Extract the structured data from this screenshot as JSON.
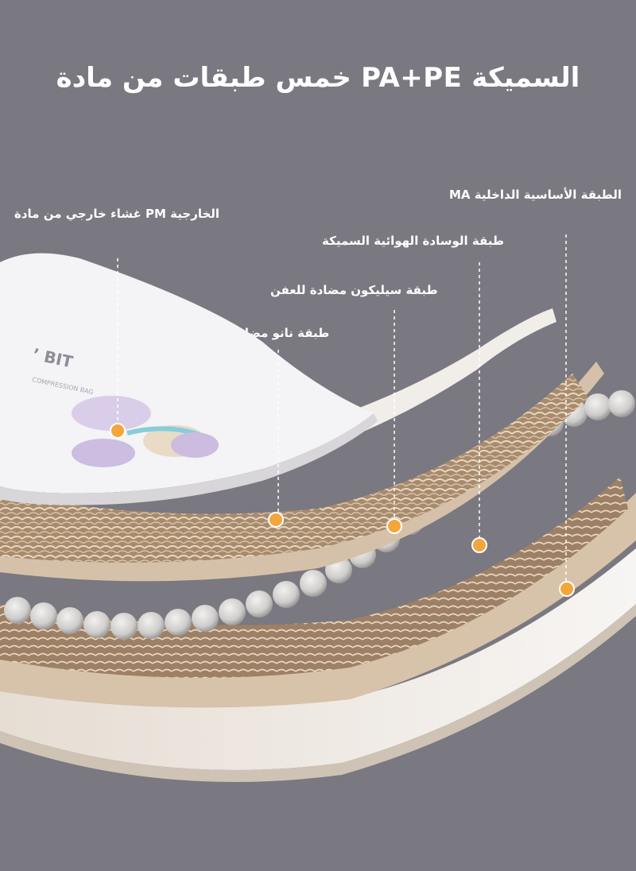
{
  "title": "السميكة PA+PE خمس طبقات من مادة",
  "labels": {
    "outer": "الخارجية PM غشاء خارجي من مادة",
    "base": "الطبقة الأساسية الداخلية MA",
    "cushion": "طبقة الوسادة الهوائية السميكة",
    "silicon": "طبقة سيليكون مضادة للعفن",
    "nano": "طبقة نانو مضادة للخدش"
  },
  "bag_print": {
    "brand": "BIT",
    "subtitle": "COMPRESSION BAG"
  },
  "colors": {
    "background": "#7a7880",
    "accent_dot": "#f4a53c",
    "layer_white": "#f4f1ee",
    "layer_beige": "#d8c4ad",
    "honeycomb": "#b39474",
    "bead": "#d8d6d4"
  },
  "icons": [
    "callout-dot",
    "leader-line",
    "butterfly-graphic"
  ]
}
